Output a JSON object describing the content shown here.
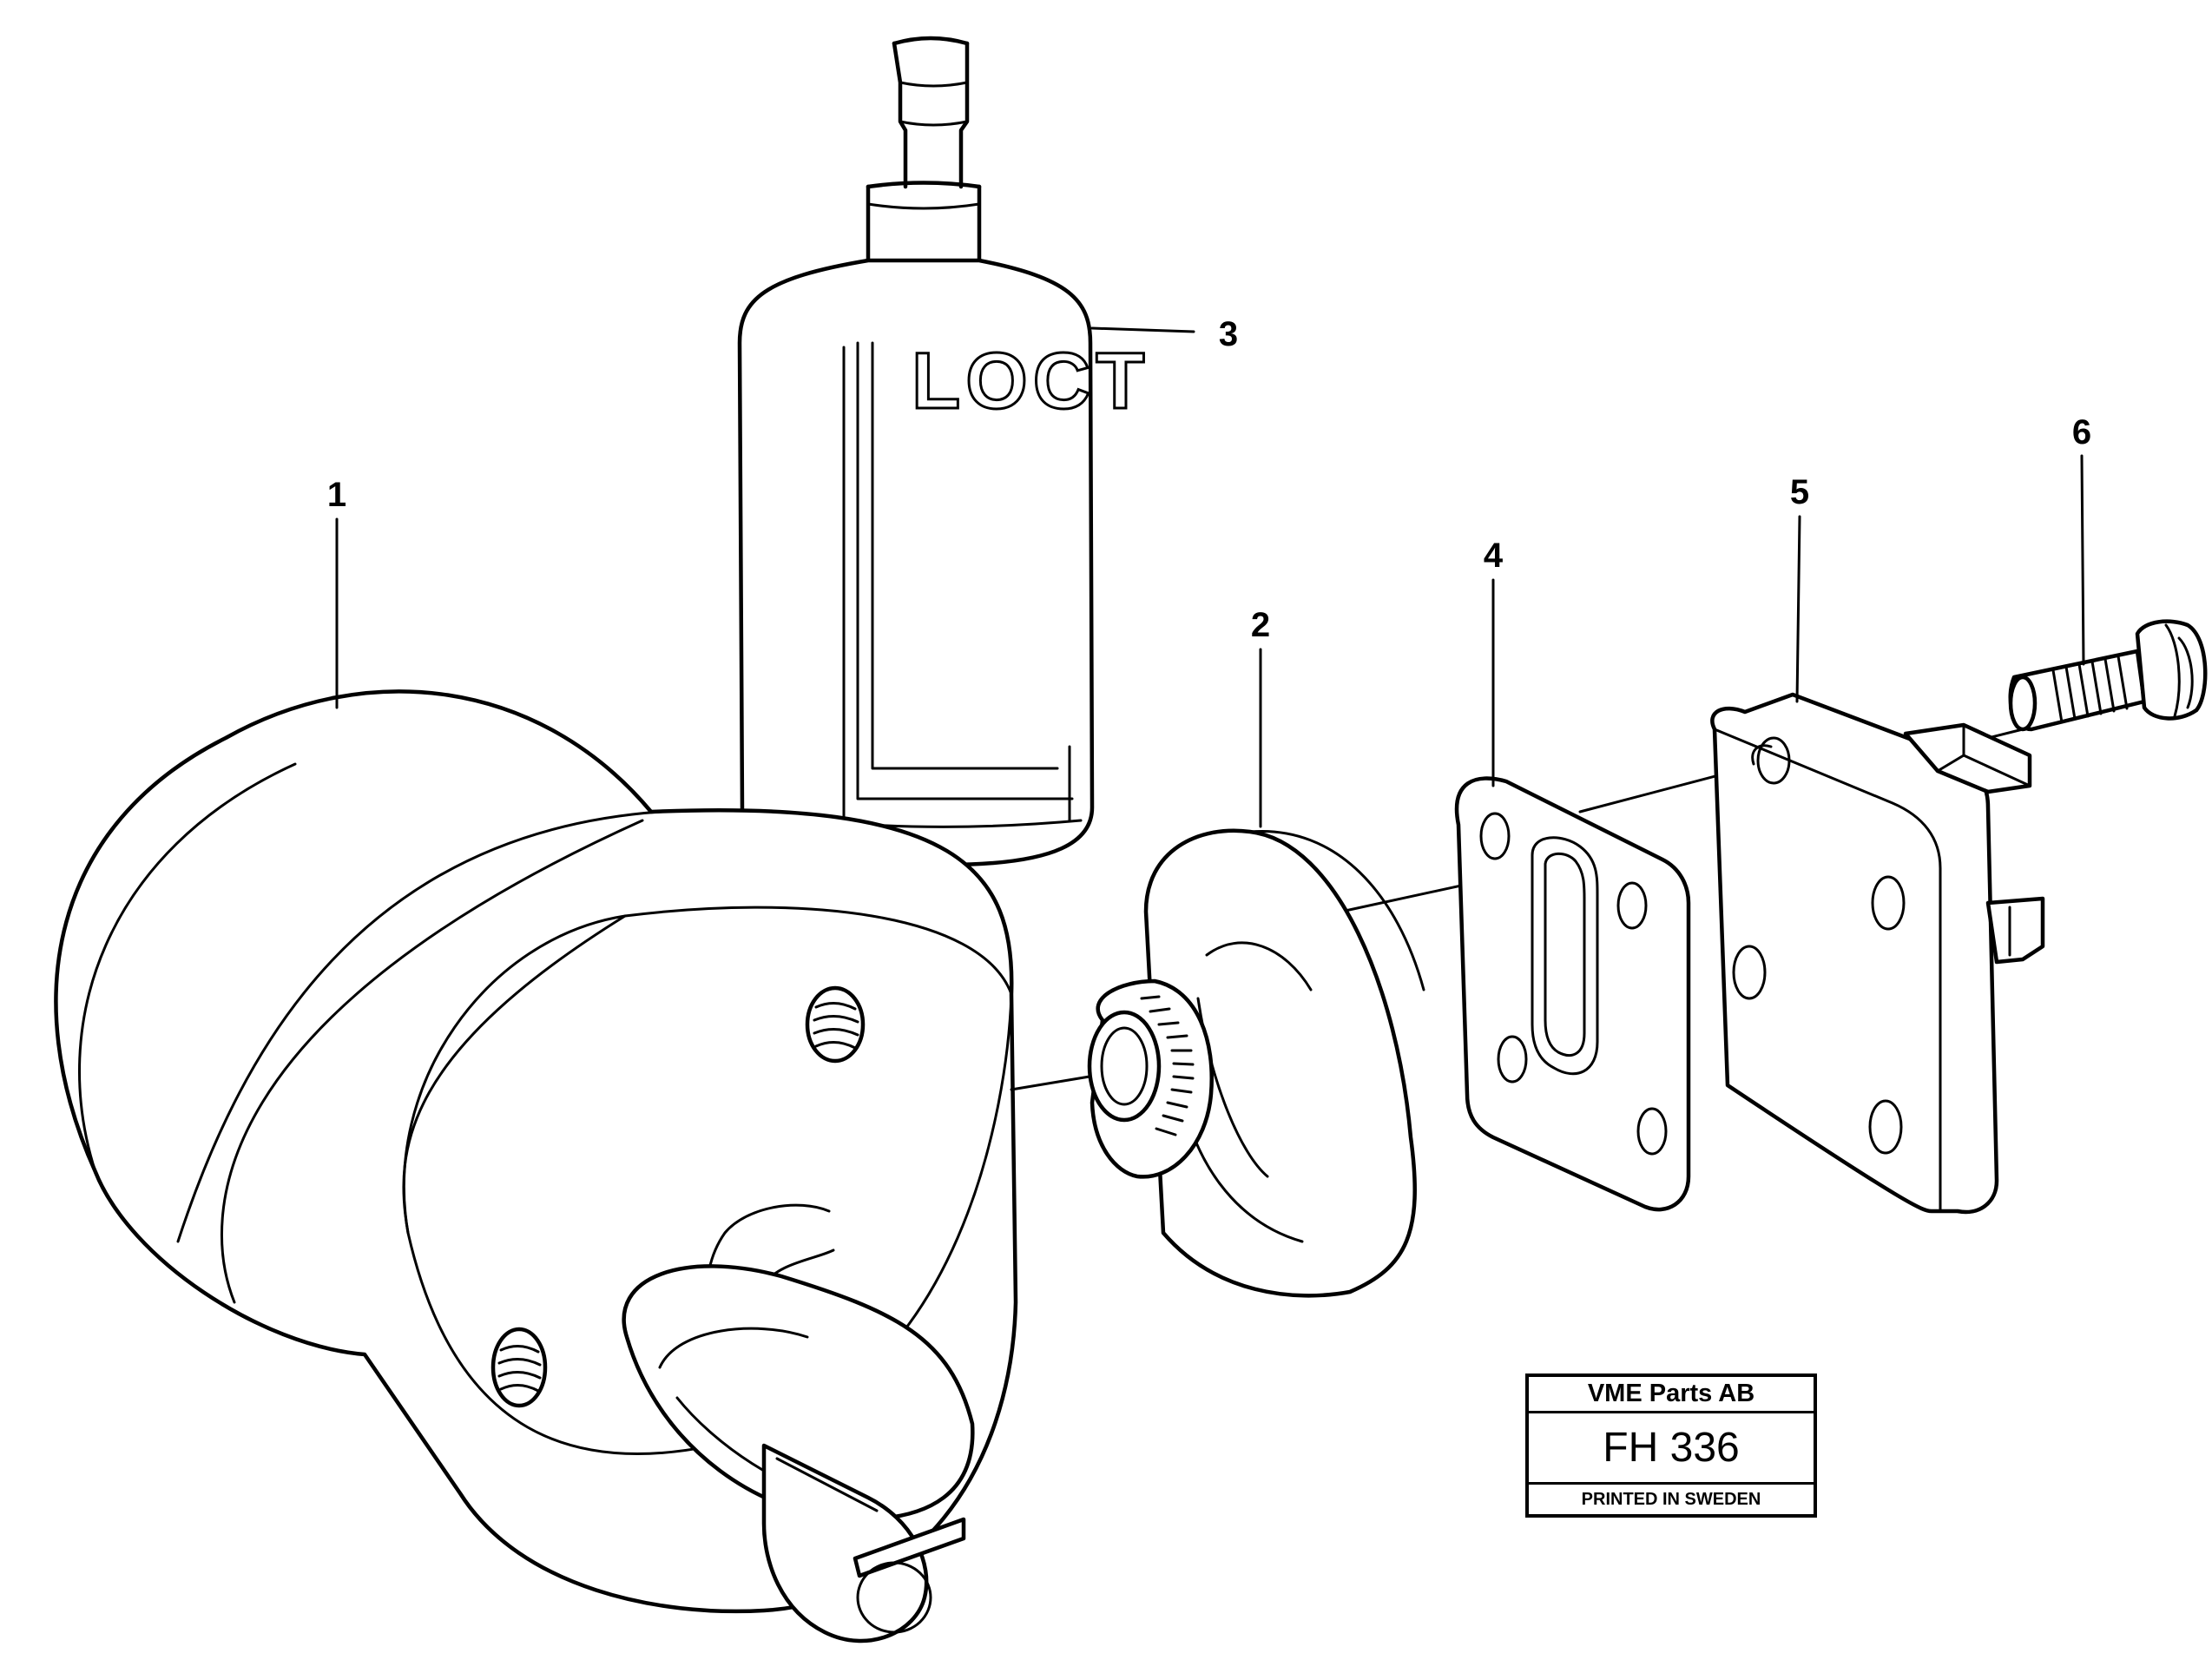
{
  "callouts": {
    "c1": "1",
    "c2": "2",
    "c3": "3",
    "c4": "4",
    "c5": "5",
    "c6": "6"
  },
  "title_block": {
    "company": "VME Parts AB",
    "figure_code": "FH 336",
    "printed": "PRINTED IN SWEDEN"
  },
  "bottle_label_text": "LOCT"
}
